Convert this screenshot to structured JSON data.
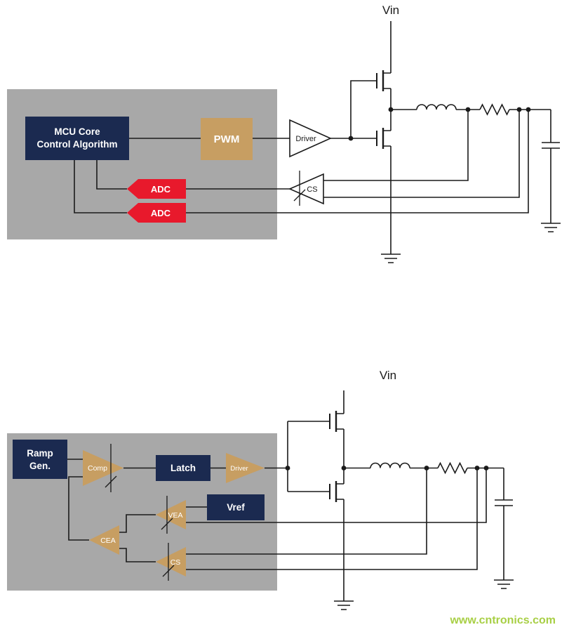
{
  "colors": {
    "navy": "#1b2a50",
    "tan": "#c79e62",
    "red": "#e8192c",
    "panel_gray": "#a8a8a8",
    "line": "#1a1a1a",
    "triangle_white": "#ffffff",
    "watermark_green": "#a8cf45"
  },
  "top_diagram": {
    "vin_label": "Vin",
    "mcu_block": {
      "line1": "MCU Core",
      "line2": "Control Algorithm"
    },
    "pwm_label": "PWM",
    "driver_label": "Driver",
    "cs_label": "CS",
    "adc_top_label": "ADC",
    "adc_bottom_label": "ADC"
  },
  "bottom_diagram": {
    "vin_label": "Vin",
    "ramp_gen_block": {
      "line1": "Ramp",
      "line2": "Gen."
    },
    "comp_label": "Comp",
    "latch_label": "Latch",
    "driver_label": "Driver",
    "vref_label": "Vref",
    "vea_label": "VEA",
    "cea_label": "CEA",
    "cs_label": "CS"
  },
  "watermark": "www.cntronics.com"
}
